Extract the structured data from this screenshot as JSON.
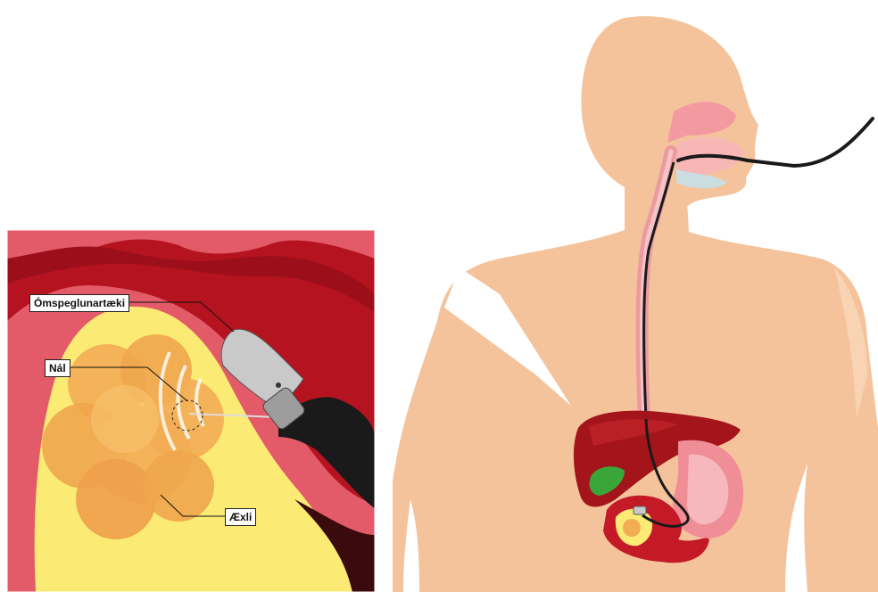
{
  "labels": {
    "probe": "Ómspeglunartæki",
    "needle": "Nál",
    "tumor": "Æxli"
  },
  "colors": {
    "skin": "#f4c39b",
    "skin_light": "#f8d4b4",
    "wall_red": "#b5131f",
    "wall_pink": "#e35b68",
    "tumor_orange": "#f3ad55",
    "fluid_yellow": "#fbeb74",
    "liver": "#a3141b",
    "gallbladder": "#3aa63a",
    "stomach_pink": "#f08e97",
    "scope_black": "#1a1a1a",
    "probe_silver": "#c9c9c9"
  }
}
